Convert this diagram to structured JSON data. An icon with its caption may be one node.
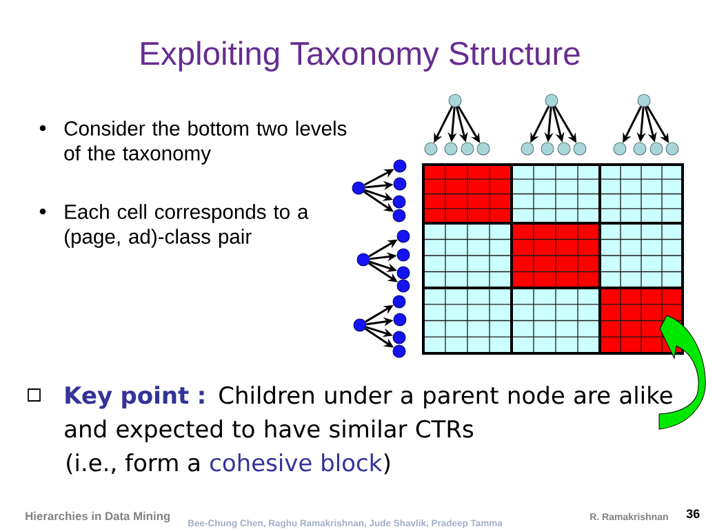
{
  "diagram": {
    "title": "Exploiting Taxonomy Structure",
    "nodes": [
      {
        "text": [],
        "shape": "circle"
      },
      {
        "text": [],
        "shape": "circle"
      },
      {
        "text": [],
        "shape": "circle"
      },
      {
        "text": [],
        "shape": "circle"
      },
      {
        "text": [],
        "shape": "circle"
      },
      {
        "text": [],
        "shape": "circle"
      },
      {
        "text": [],
        "shape": "circle"
      },
      {
        "text": [],
        "shape": "circle"
      },
      {
        "text": [],
        "shape": "circle"
      },
      {
        "text": [],
        "shape": "circle"
      },
      {
        "text": [],
        "shape": "circle"
      },
      {
        "text": [],
        "shape": "circle"
      },
      {
        "text": [],
        "shape": "circle"
      },
      {
        "text": [],
        "shape": "circle"
      },
      {
        "text": [],
        "shape": "circle"
      },
      {
        "text": [],
        "shape": "circle"
      },
      {
        "text": [],
        "shape": "circle"
      },
      {
        "text": [],
        "shape": "circle"
      },
      {
        "text": [],
        "shape": "circle"
      },
      {
        "text": [],
        "shape": "circle"
      },
      {
        "text": [],
        "shape": "circle"
      },
      {
        "text": [],
        "shape": "circle"
      },
      {
        "text": [],
        "shape": "circle"
      },
      {
        "text": [],
        "shape": "circle"
      },
      {
        "text": [],
        "shape": "circle"
      },
      {
        "text": [],
        "shape": "circle"
      },
      {
        "text": [],
        "shape": "circle"
      },
      {
        "text": [],
        "shape": "circle"
      },
      {
        "text": [],
        "shape": "circle"
      },
      {
        "text": [],
        "shape": "circle"
      },
      {
        "text": [],
        "shape": "box"
      }
    ],
    "edges": [
      {
        "from": 0,
        "to": 1,
        "arrow": "to"
      },
      {
        "from": 0,
        "to": 2,
        "arrow": "to"
      },
      {
        "from": 0,
        "to": 3,
        "arrow": "to"
      },
      {
        "from": 0,
        "to": 4,
        "arrow": "to"
      },
      {
        "from": 5,
        "to": 6,
        "arrow": "to"
      },
      {
        "from": 5,
        "to": 7,
        "arrow": "to"
      },
      {
        "from": 5,
        "to": 8,
        "arrow": "to"
      },
      {
        "from": 5,
        "to": 9,
        "arrow": "to"
      },
      {
        "from": 10,
        "to": 11,
        "arrow": "to"
      },
      {
        "from": 10,
        "to": 12,
        "arrow": "to"
      },
      {
        "from": 10,
        "to": 13,
        "arrow": "to"
      },
      {
        "from": 10,
        "to": 14,
        "arrow": "to"
      },
      {
        "from": 15,
        "to": 16,
        "arrow": "to"
      },
      {
        "from": 15,
        "to": 17,
        "arrow": "to"
      },
      {
        "from": 15,
        "to": 18,
        "arrow": "to"
      },
      {
        "from": 15,
        "to": 19,
        "arrow": "to"
      },
      {
        "from": 20,
        "to": 21,
        "arrow": "to"
      },
      {
        "from": 20,
        "to": 22,
        "arrow": "to"
      },
      {
        "from": 20,
        "to": 23,
        "arrow": "to"
      },
      {
        "from": 20,
        "to": 24,
        "arrow": "to"
      },
      {
        "from": 25,
        "to": 26,
        "arrow": "to"
      },
      {
        "from": 25,
        "to": 27,
        "arrow": "to"
      },
      {
        "from": 25,
        "to": 28,
        "arrow": "to"
      },
      {
        "from": 25,
        "to": 29,
        "arrow": "to"
      },
      {
        "from": null,
        "to": 30,
        "arrow": "to",
        "style": "thick",
        "color": "#00e800"
      }
    ],
    "labels": [
      "Consider the bottom two levels of the taxonomy",
      "Each cell corresponds to a (page, ad)-class pair",
      "**Key point :** Children under a parent node are alike and expected to have similar CTRs",
      "(i.e., form a",
      "cohesive block",
      ")",
      "Hierarchies in Data Mining",
      "Bee-Chung Chen, Raghu Ramakrishnan, Jude Shavlik, Pradeep Tamma",
      "R. Ramakrishnan",
      "36"
    ]
  }
}
